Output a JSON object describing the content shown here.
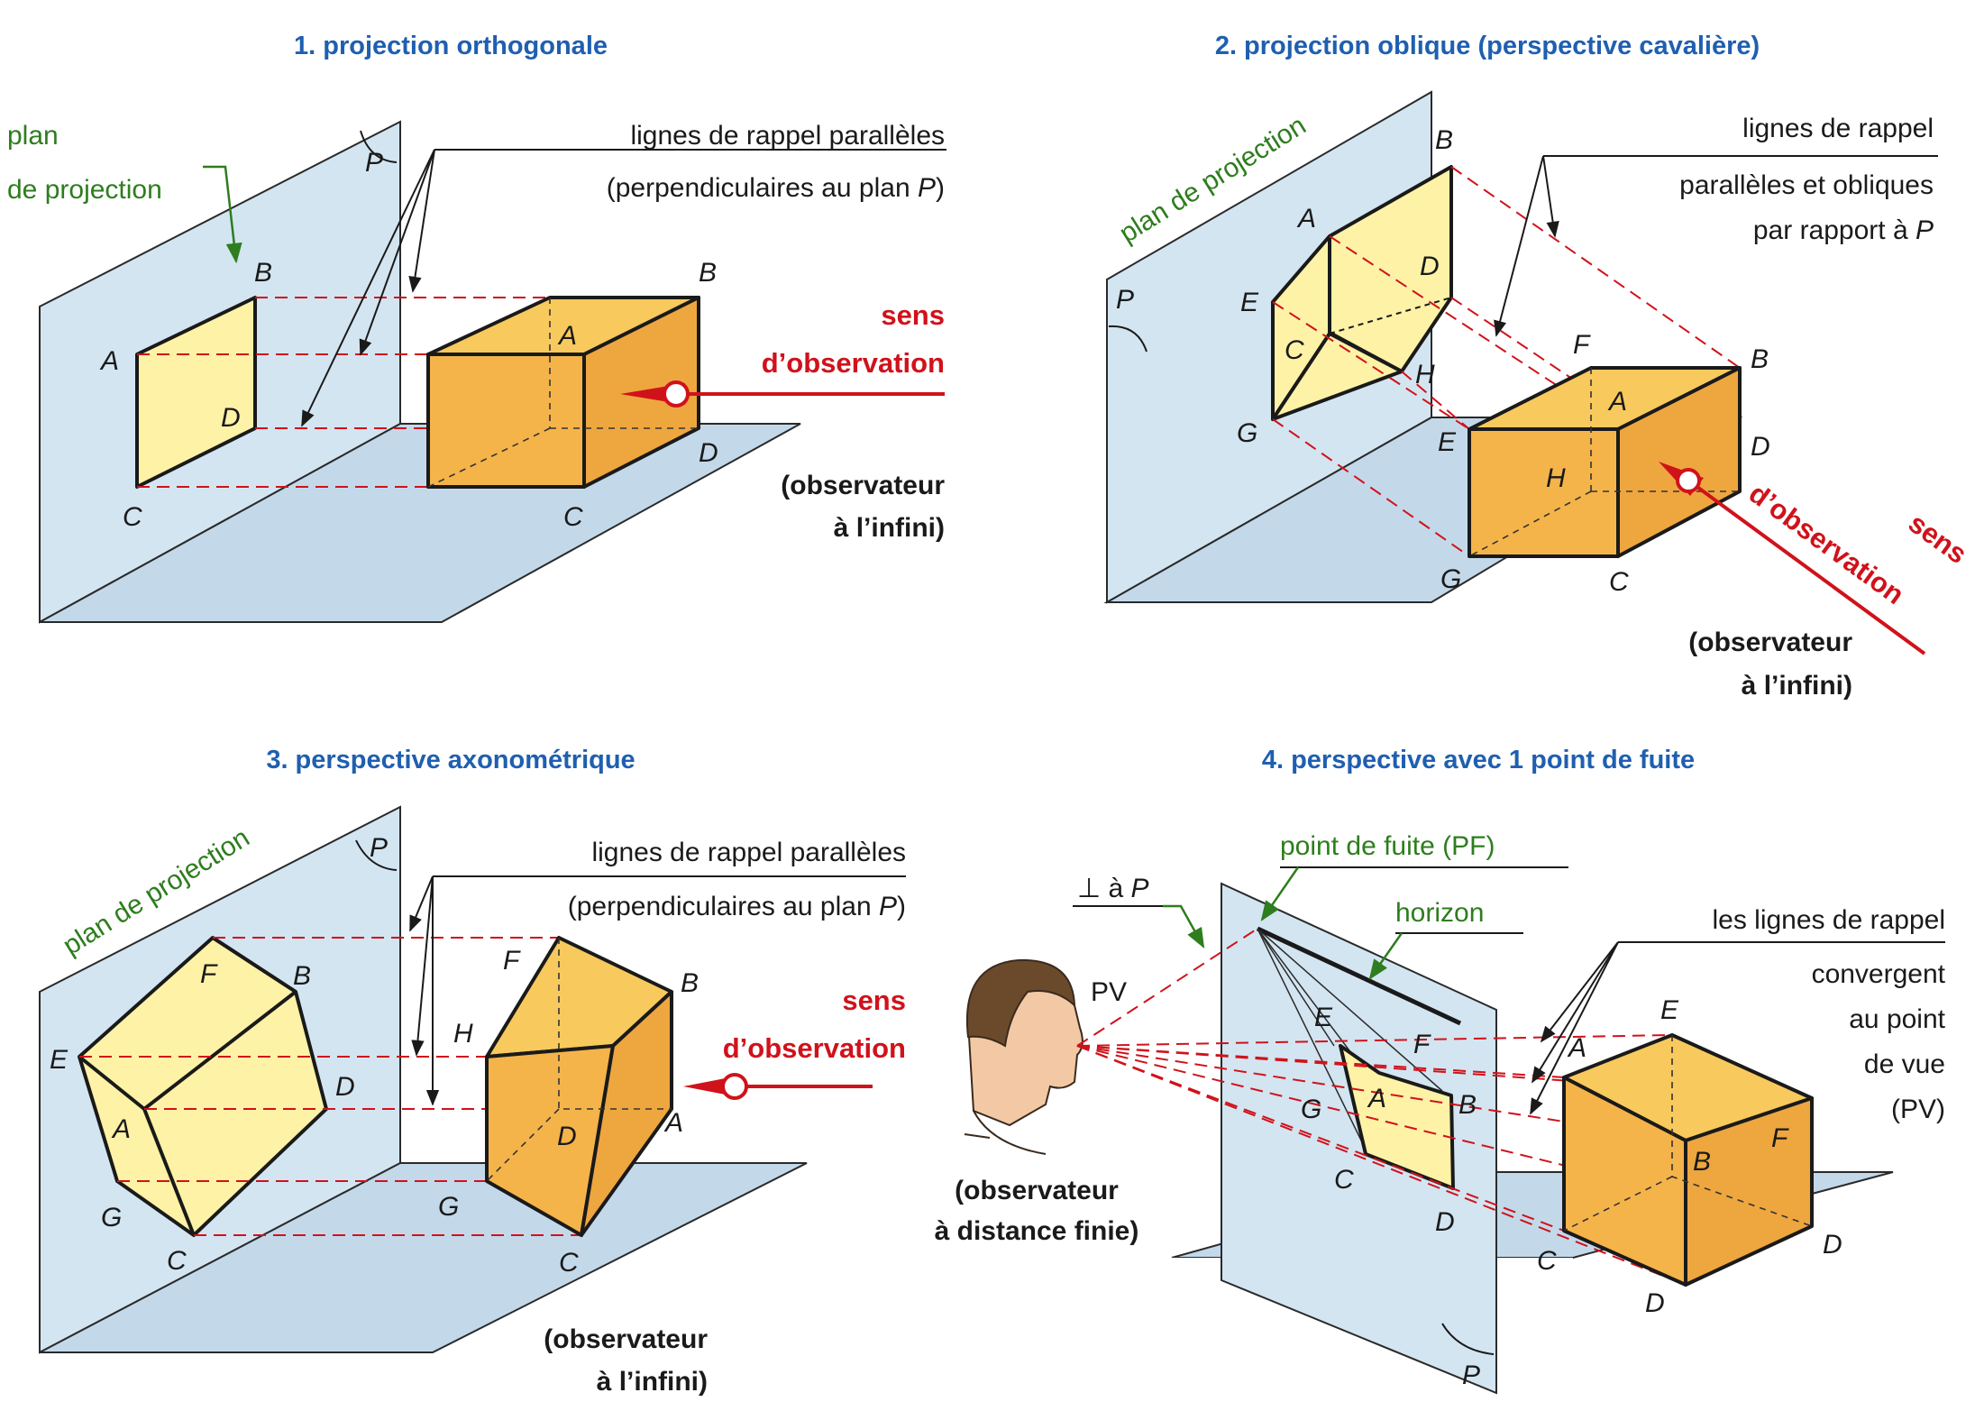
{
  "panel1": {
    "title": "1. projection orthogonale",
    "plan_label_1": "plan",
    "plan_label_2": "de projection",
    "plane_letter": "P",
    "rappel_1": "lignes de rappel parallèles",
    "rappel_2a": "(perpendiculaires au plan ",
    "rappel_2b": "P",
    "rappel_2c": ")",
    "sens_1": "sens",
    "sens_2": "d’observation",
    "obs_1": "(observateur",
    "obs_2": "à l’infini)",
    "vertices": [
      "A",
      "B",
      "C",
      "D",
      "A",
      "B",
      "C",
      "D"
    ]
  },
  "panel2": {
    "title": "2. projection oblique (perspective cavalière)",
    "plan_label": "plan de projection",
    "plane_letter": "P",
    "rappel_1": "lignes de rappel",
    "rappel_2": "parallèles et obliques",
    "rappel_3a": "par rapport à ",
    "rappel_3b": "P",
    "sens_1": "sens",
    "sens_2": "d’observation",
    "obs_1": "(observateur",
    "obs_2": "à l’infini)",
    "vertices": [
      "A",
      "B",
      "D",
      "E",
      "C",
      "H",
      "G",
      "F",
      "B",
      "A",
      "E",
      "H",
      "D",
      "G",
      "C"
    ]
  },
  "panel3": {
    "title": "3. perspective axonométrique",
    "plan_label": "plan de projection",
    "plane_letter": "P",
    "rappel_1": "lignes de rappel parallèles",
    "rappel_2a": "(perpendiculaires au plan ",
    "rappel_2b": "P",
    "rappel_2c": ")",
    "sens_1": "sens",
    "sens_2": "d’observation",
    "obs_1": "(observateur",
    "obs_2": "à l’infini)",
    "vertices": [
      "F",
      "B",
      "E",
      "D",
      "A",
      "G",
      "C",
      "F",
      "H",
      "B",
      "D",
      "A",
      "G",
      "C"
    ]
  },
  "panel4": {
    "title": "4. perspective avec 1 point de fuite",
    "perp_symbol": "⊥",
    "perp_text_a": " à ",
    "perp_text_b": "P",
    "pf_label": "point de fuite (PF)",
    "horizon_label": "horizon",
    "pv_label": "PV",
    "rappel_1": "les lignes de rappel",
    "rappel_2": "convergent",
    "rappel_3": "au point",
    "rappel_4": "de vue",
    "rappel_5": "(PV)",
    "obs_1": "(observateur",
    "obs_2": "à distance finie)",
    "plane_letter": "P",
    "vertices": [
      "E",
      "F",
      "A",
      "G",
      "B",
      "C",
      "D",
      "E",
      "A",
      "B",
      "F",
      "C",
      "D",
      "D"
    ]
  },
  "colors": {
    "title_blue": "#1f5fb0",
    "label_green": "#2e7d1e",
    "arrow_red": "#d0121b",
    "plane_blue": "#d3e5f1",
    "face_yellow": "#fdf2a6",
    "box_orange": "#f4b44a"
  }
}
